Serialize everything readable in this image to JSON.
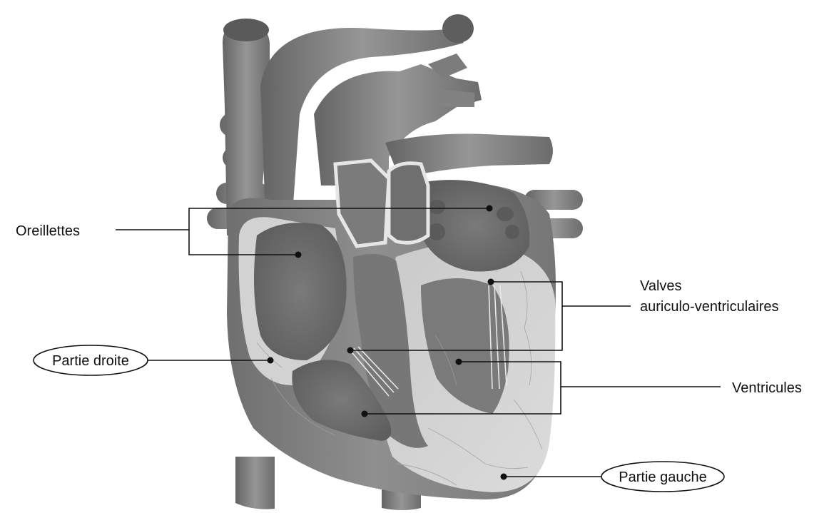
{
  "labels": {
    "oreillettes": "Oreillettes",
    "valves_line1": "Valves",
    "valves_line2": "auriculo-ventriculaires",
    "ventricules": "Ventricules",
    "partie_droite": "Partie droite",
    "partie_gauche": "Partie gauche"
  }
}
